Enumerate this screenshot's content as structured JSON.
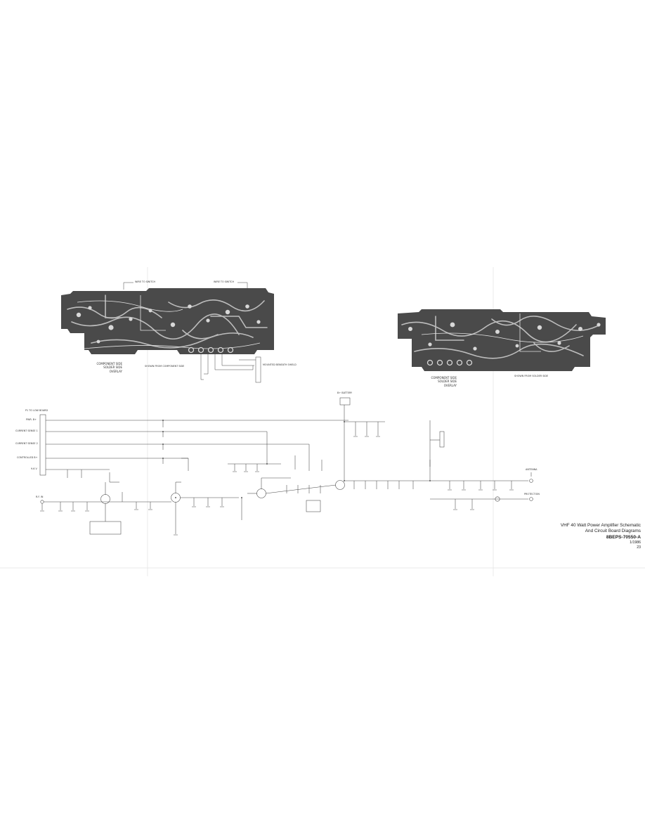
{
  "title_block": {
    "line1": "VHF 40 Watt Power Amplifier Schematic",
    "line2": "And Circuit Board Diagrams",
    "code": "8BEPS-70550-A",
    "date": "1/1986",
    "page": "23"
  },
  "left_board": {
    "view_label": "SHOWN FROM COMPONENT SIDE",
    "legend": [
      "COMPONENT SIDE",
      "SOLDER SIDE",
      "OVERLAY"
    ],
    "notes": [
      "WIRE TO SWITCH",
      "WIRE TO SWITCH",
      "MOUNTED BENEATH SHIELD"
    ]
  },
  "right_board": {
    "view_label": "SHOWN FROM SOLDER SIDE",
    "legend": [
      "COMPONENT SIDE",
      "SOLDER SIDE",
      "OVERLAY"
    ]
  },
  "schematic": {
    "connector_label": "P1 TO LOW BOARD",
    "pin_labels": [
      "PWR. B+",
      "CURRENT SENSE 1",
      "CURRENT SENSE 2",
      "CONTROLLED B+",
      "9.6 V"
    ],
    "input_label": "R.F. IN",
    "battery_label": "B+ BATTERY",
    "output_label": "ANTENNA",
    "sense_label": "PROTECTION"
  }
}
